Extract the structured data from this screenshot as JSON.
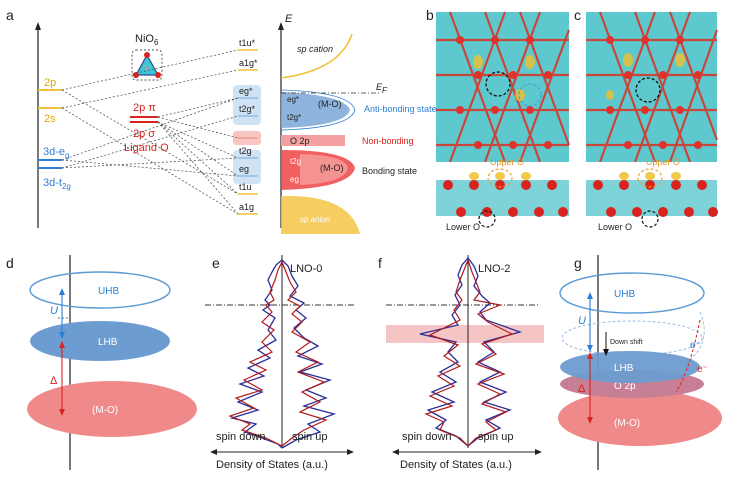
{
  "panels": {
    "a": "a",
    "b": "b",
    "c": "c",
    "d": "d",
    "e": "e",
    "f": "f",
    "g": "g"
  },
  "panel_a": {
    "cluster_label": "NiO",
    "cluster_sub": "6",
    "left_2p": "2p",
    "left_2s": "2s",
    "left_3d_eg": "3d-e",
    "left_3d_eg_sub": "g",
    "left_3d_t2g": "3d-t",
    "left_3d_t2g_sub": "2g",
    "ligand_2p_pi": "2p π",
    "ligand_2p_sigma": "2p σ",
    "ligand_label": "Ligand O",
    "axis_E": "E",
    "orbitals": {
      "t1u_star": "t1u*",
      "a1g_star": "a1g*",
      "eg_star": "eg*",
      "t2g_star": "t2g*",
      "t2g": "t2g",
      "eg": "eg",
      "t1u": "t1u",
      "a1g": "a1g"
    },
    "band_sp_cation": "sp cation",
    "band_sp_anion": "sp anion",
    "EF": "E",
    "EF_sub": "F",
    "mo_upper": "(M-O)",
    "mo_lower": "(M-O)",
    "o2p": "O 2p",
    "anti_bonding": "Anti-bonding state",
    "non_bonding": "Non-bonding",
    "bonding_state": "Bonding state",
    "eg_star_lbl": "eg*",
    "t2g_star_lbl": "t2g*",
    "t2g_lbl": "t2g",
    "eg_lbl": "eg"
  },
  "panel_b": {
    "upper_o": "Upper O",
    "lower_o": "Lower O"
  },
  "panel_c": {
    "upper_o": "Upper O",
    "lower_o": "Lower O"
  },
  "panel_d": {
    "uhb": "UHB",
    "lhb": "LHB",
    "mo": "(M-O)",
    "u": "U",
    "delta": "Δ"
  },
  "panel_e": {
    "title": "LNO-0",
    "spin_down": "spin down",
    "spin_up": "spin up",
    "xlabel": "Density of States (a.u.)"
  },
  "panel_f": {
    "title": "LNO-2",
    "spin_down": "spin down",
    "spin_up": "spin up",
    "xlabel": "Density of States (a.u.)"
  },
  "panel_g": {
    "uhb": "UHB",
    "lhb": "LHB",
    "o2p": "O 2p",
    "mo": "(M-O)",
    "u": "U",
    "delta": "Δ",
    "down_shift": "Down shift",
    "electron1": "e⁻",
    "electron2": "e⁻"
  },
  "colors": {
    "blue": "#2c7fd6",
    "red": "#d8231e",
    "yellow": "#f2c13a",
    "lhb_fill": "#7aa6d6",
    "mo_fill": "#f08a8a",
    "o2p_fill": "#c9889a"
  }
}
